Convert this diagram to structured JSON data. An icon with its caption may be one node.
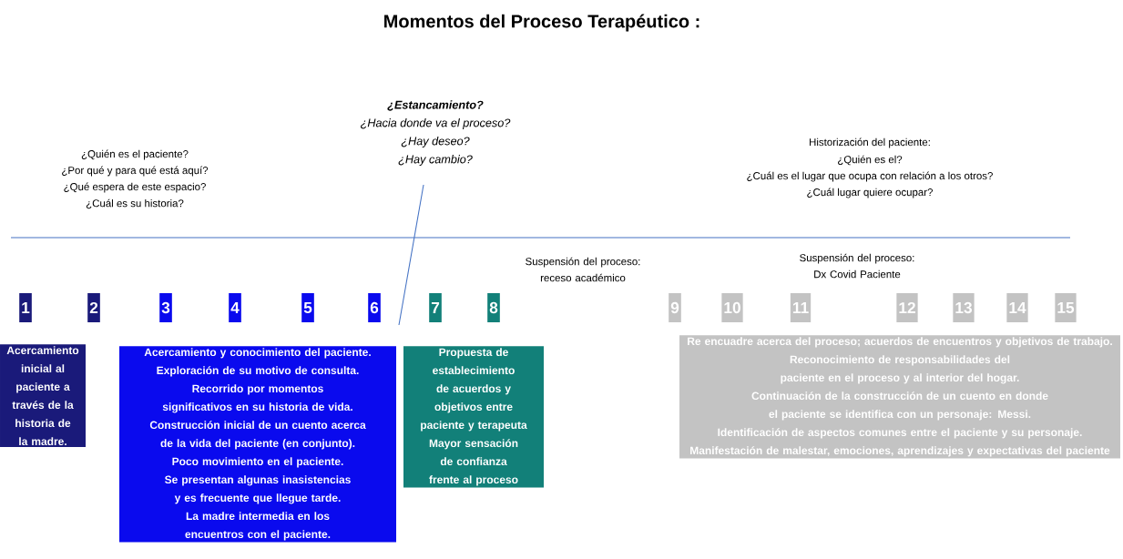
{
  "diagram": {
    "title": "Momentos del Proceso Terapéutico :",
    "nodes": [
      {
        "text": [
          "1"
        ]
      },
      {
        "text": [
          "2"
        ]
      },
      {
        "text": [
          "3"
        ]
      },
      {
        "text": [
          "4"
        ]
      },
      {
        "text": [
          "5"
        ]
      },
      {
        "text": [
          "6"
        ]
      },
      {
        "text": [
          "7"
        ]
      },
      {
        "text": [
          "8"
        ]
      },
      {
        "text": [
          "9"
        ]
      },
      {
        "text": [
          "10"
        ]
      },
      {
        "text": [
          "11"
        ]
      },
      {
        "text": [
          "12"
        ]
      },
      {
        "text": [
          "13"
        ]
      },
      {
        "text": [
          "14"
        ]
      },
      {
        "text": [
          "15"
        ]
      },
      {
        "text": [
          "Acercamiento inicial al paciente a través de la historia de la madre."
        ]
      },
      {
        "text": [
          "Acercamiento y conocimiento del paciente.",
          "Exploración de su motivo de consulta.",
          "Recorrido por momentos significativos en su historia de vida.",
          "Construcción inicial de un cuento acerca de la vida del paciente (en conjunto).",
          "Poco movimiento en el paciente.",
          "Se presentan algunas inasistencias y es frecuente que llegue tarde.",
          "La madre intermedia en los encuentros con el paciente."
        ]
      },
      {
        "text": [
          "Propuesta de establecimiento de acuerdos y objetivos entre paciente y terapeuta",
          "Mayor sensación de confianza frente al proceso"
        ]
      },
      {
        "text": [
          "Re encuadre acerca del proceso; acuerdos de encuentros y objetivos de trabajo.",
          "Reconocimiento de responsabilidades del paciente en el proceso y al interior del hogar.",
          "Continuación de la construcción de un cuento en donde el paciente se identifica con un personaje: Messi.",
          "Identificación de aspectos comunes entre el paciente y su personaje.",
          "Manifestación de malestar, emociones, aprendizajes y expectativas del paciente"
        ]
      }
    ],
    "labels": [
      "¿Estancamiento?",
      "¿Hacia donde va el proceso?",
      "¿Hay deseo?",
      "¿Hay cambio?",
      "Historización del paciente:",
      "¿Quién es el?",
      "¿Cuál es el lugar que ocupa con relación a los otros?",
      "¿Cuál lugar quiere ocupar?",
      "¿Quién es el paciente?",
      "¿Por qué y para qué está aquí?",
      "¿Qué espera de este espacio?",
      "¿Cuál es su historia?",
      "Suspensión del proceso: receso académico",
      "Suspensión del proceso: Dx Covid Paciente"
    ]
  }
}
